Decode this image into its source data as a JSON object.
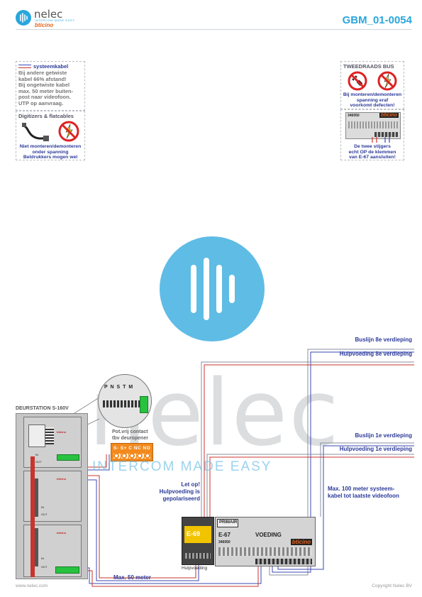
{
  "header": {
    "brand": "nelec",
    "brand_tagline": "INTERCOM MADE EASY",
    "brand_sub": "bticino",
    "document_id": "GBM_01-0054"
  },
  "notes_left": {
    "cable_title": "systeemkabel",
    "cable_lines": [
      "Bij andere getwiste",
      "kabel 66% afstand!",
      "Bij ongetwiste kabel",
      "max. 50 meter buiten-",
      "post naar videofoon.",
      "UTP op aanvraag."
    ],
    "flat_title": "Digitizers & flatcables",
    "flat_warning": [
      "Niet monteren/demonteren",
      "onder spanning",
      "Beldrukkers mogen wel"
    ]
  },
  "notes_right": {
    "bus_title": "TWEEDRAADS BUS",
    "bus_warning": [
      "Bij monteren/demonteren",
      "spanning eraf",
      "voorkomt defecten!"
    ],
    "device_code": "346050",
    "device_brand": "bticino",
    "stijgers_text": [
      "De twee stijgers",
      "echt OP de klemmen",
      "van E-67 aansluiten!"
    ]
  },
  "labels": {
    "bus_8": "Buslijn 8e verdieping",
    "aux_8": "Hulpvoeding 8e verdieping",
    "bus_1": "Buslijn 1e verdieping",
    "aux_1": "Hulpvoeding 1e verdieping",
    "max100": [
      "Max. 100 meter systeem-",
      "kabel tot laatste videofoon"
    ],
    "letop": [
      "Let op!",
      "Hulpvoeding is",
      "gepolariseerd"
    ],
    "max50": "Max. 50 meter",
    "doorstation": "DEURSTATION S-160V",
    "potvrij": [
      "Pot.vrij contact",
      "tbv deuropener"
    ],
    "relay_terms": "S-  S+  C  NC  NO",
    "connector_terms": "P N S T M",
    "hulpvoeding": "Hulpvoeding",
    "e69": "E-69",
    "primair": "PRIMAIR",
    "e67": "E-67",
    "voeding": "VOEDING",
    "psu_code": "346050",
    "psu_brand": "bticino",
    "mod_in": "IN",
    "mod_out": "OUT"
  },
  "watermark": {
    "word": "nelec",
    "tagline": "INTERCOM MADE EASY"
  },
  "footer": {
    "website": "www.nelec.com",
    "copyright": "Copyright Nelec BV"
  },
  "colors": {
    "accent": "#2aa6dd",
    "label_blue": "#2b3a99",
    "wire_red": "#c8352c",
    "wire_blue": "#3b49b5",
    "terminal_green": "#27c33e",
    "relay_orange": "#f28a1e"
  }
}
